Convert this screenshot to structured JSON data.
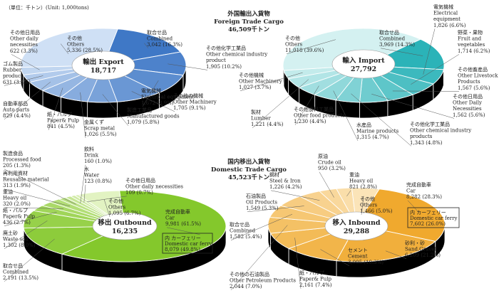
{
  "unit_label": "（単位：千トン）(Unit: 1,000tons)",
  "chart_data": [
    {
      "type": "pie",
      "title": "外国輸出入貨物",
      "subtitle": "Foreign Trade Cargo",
      "total": "46,509千トン",
      "center_jp": "輸出 Export",
      "center_value": "18,717",
      "colors": [
        "#3f78c6",
        "#cfe0f5"
      ],
      "slices": [
        {
          "label": "取合せ品",
          "label2": "Combined",
          "value": 3042,
          "text": "3,042 (16.3%)"
        },
        {
          "label": "その他化学工業品",
          "label2": "Other chemical industry",
          "label3": "product",
          "value": 1905,
          "text": "1,905 (10.2%)"
        },
        {
          "label": "電気機械",
          "label2": "Electrical equipment",
          "value": 1672,
          "text": "1,672 (8.9%)"
        },
        {
          "label": "その他の機械",
          "label2": "Other Machinery",
          "value": 1705,
          "text": "1,705 (9.1%)"
        },
        {
          "label": "製造工業品",
          "label2": "Manufactured goods",
          "value": 1079,
          "text": "1,079 (5.8%)"
        },
        {
          "label": "金属くず",
          "label2": "Scrap metal",
          "value": 1026,
          "text": "1,026 (5.5%)"
        },
        {
          "label": "紙・パルプ",
          "label2": "Paper& Pulp",
          "value": 841,
          "text": "841 (4.5%)"
        },
        {
          "label": "自動車部品",
          "label2": "Auto parts",
          "value": 829,
          "text": "829 (4.4%)"
        },
        {
          "label": "ゴム製品",
          "label2": "Rubber",
          "label3": "product",
          "value": 631,
          "text": "631 (3.4%)"
        },
        {
          "label": "その他日用品",
          "label2": "Other daily",
          "label3": "necessities",
          "value": 622,
          "text": "622 (3.3%)"
        },
        {
          "label": "その他",
          "label2": "Others",
          "value": 5336,
          "text": "5,336 (28.5%)"
        }
      ]
    },
    {
      "type": "pie",
      "center_jp": "輸入 Import",
      "center_value": "27,792",
      "colors": [
        "#2bb3b8",
        "#d4f1f1"
      ],
      "slices": [
        {
          "label": "取合せ品",
          "label2": "Combined",
          "value": 3969,
          "text": "3,969 (14.3%)"
        },
        {
          "label": "電気機械",
          "label2": "Electrical",
          "label3": "equipment",
          "value": 1826,
          "text": "1,826 (6.6%)"
        },
        {
          "label": "野菜・果物",
          "label2": "Fruit and",
          "label3": "vegetables",
          "value": 1714,
          "text": "1,714 (6.2%)"
        },
        {
          "label": "その他畜産品",
          "label2": "Other Livestock",
          "label3": "Products",
          "value": 1567,
          "text": "1,567 (5.6%)"
        },
        {
          "label": "その他日用品",
          "label2": "Other Daily",
          "label3": "Necessities",
          "value": 1562,
          "text": "1,562 (5.6%)"
        },
        {
          "label": "その他化学工業品",
          "label2": "Other chemical industry",
          "label3": "products",
          "value": 1343,
          "text": "1,343 (4.8%)"
        },
        {
          "label": "水産品",
          "label2": "Marine products",
          "value": 1315,
          "text": "1,315 (4.7%)"
        },
        {
          "label": "その他食料工業品",
          "label2": "Other food products",
          "value": 1230,
          "text": "1,230 (4.4%)"
        },
        {
          "label": "製材",
          "label2": "Lumber",
          "value": 1221,
          "text": "1,221 (4.4%)"
        },
        {
          "label": "その他機械",
          "label2": "Other Machinery",
          "value": 1027,
          "text": "1,027 (3.7%)"
        },
        {
          "label": "その他",
          "label2": "Others",
          "value": 11018,
          "text": "11,018 (39.6%)"
        }
      ]
    },
    {
      "type": "pie",
      "title": "国内移出入貨物",
      "subtitle": "Domestic Trade Cargo",
      "total": "45,523千トン",
      "center_jp": "移出 Outbound",
      "center_value": "16,235",
      "colors": [
        "#84c82c",
        "#e2f3c2"
      ],
      "slices": [
        {
          "label": "完成自動車",
          "label2": "Car",
          "value": 9981,
          "text": "9,981 (61.5%)"
        },
        {
          "label": "取合せ品",
          "label2": "Combined",
          "value": 2191,
          "text": "2,191 (13.5%)"
        },
        {
          "label": "廃土砂",
          "label2": "Waste soil",
          "value": 1302,
          "text": "1,302 (8.0%)"
        },
        {
          "label": "紙・パルプ",
          "label2": "Paper& Pulp",
          "value": 436,
          "text": "436 (2.7%)"
        },
        {
          "label": "重油",
          "label2": "Heavy oil",
          "value": 320,
          "text": "320 (2.0%)"
        },
        {
          "label": "再利用資材",
          "label2": "Reusable material",
          "value": 313,
          "text": "313 (1.9%)"
        },
        {
          "label": "製造食品",
          "label2": "Processed food",
          "value": 205,
          "text": "205 (1.3%)"
        },
        {
          "label": "飲料",
          "label2": "Drink",
          "value": 160,
          "text": "160 (1.0%)"
        },
        {
          "label": "水",
          "label2": "Water",
          "value": 123,
          "text": "123 (0.8%)"
        },
        {
          "label": "その他日用品",
          "label2": "Other daily necessities",
          "value": 109,
          "text": "109 (0.7%)"
        },
        {
          "label": "その他",
          "label2": "Others",
          "value": 1095,
          "text": "1,095 (6.7%)"
        }
      ],
      "ferry_label": "内 カーフェリー",
      "ferry_label2": "Domestic car ferry",
      "ferry_text": "8,079 (49.8%)"
    },
    {
      "type": "pie",
      "center_jp": "移入 Inbound",
      "center_value": "29,288",
      "colors": [
        "#f0a92e",
        "#fbe4b8"
      ],
      "slices": [
        {
          "label": "完成自動車",
          "label2": "Car",
          "value": 8282,
          "text": "8,282 (28.3%)"
        },
        {
          "label": "砂利・砂",
          "label2": "Sand,Gravel",
          "value": 6209,
          "text": "6,209 (21.2%)"
        },
        {
          "label": "セメント",
          "label2": "Cement",
          "value": 3005,
          "text": "3,005 (10.3%)"
        },
        {
          "label": "紙・パルプ",
          "label2": "Paper& Pulp",
          "value": 2161,
          "text": "2,161 (7.4%)"
        },
        {
          "label": "その他の石油製品",
          "label2": "Other Petroleum Products",
          "value": 2044,
          "text": "2,044 (7.0%)"
        },
        {
          "label": "取合せ品",
          "label2": "Combined",
          "value": 1582,
          "text": "1,582 (5.4%)"
        },
        {
          "label": "石油製品",
          "label2": "Oil Products",
          "value": 1549,
          "text": "1,549 (5.3%)"
        },
        {
          "label": "鋼材",
          "label2": "Steel & Iron",
          "value": 1226,
          "text": "1,226 (4.2%)"
        },
        {
          "label": "原油",
          "label2": "Crude oil",
          "value": 950,
          "text": "950 (3.2%)"
        },
        {
          "label": "重油",
          "label2": "Heavy oil",
          "value": 821,
          "text": "821 (2.8%)"
        },
        {
          "label": "その他",
          "label2": "Others",
          "value": 1466,
          "text": "1,466 (5.0%)"
        }
      ],
      "ferry_label": "内 カーフェリー",
      "ferry_label2": "Domestic car ferry",
      "ferry_text": "7,602 (26.0%)"
    }
  ]
}
